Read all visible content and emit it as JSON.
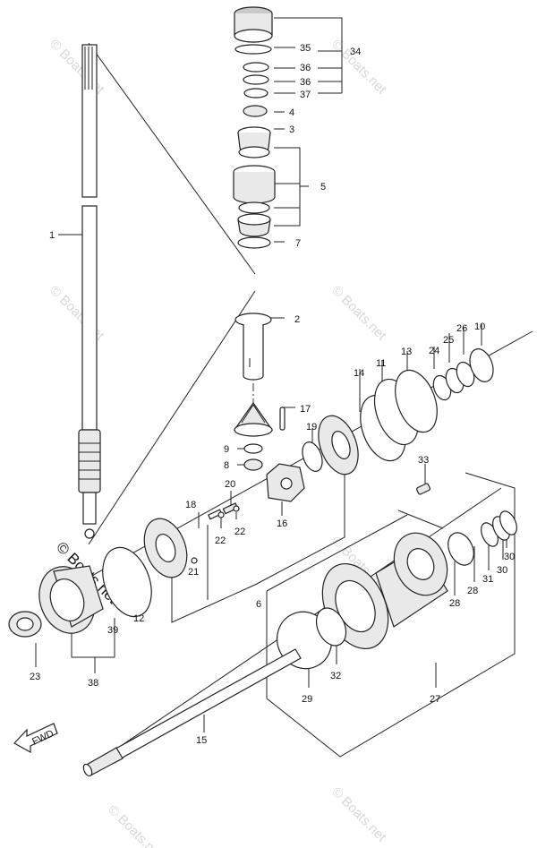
{
  "watermark": "© Boats.net",
  "logo": "© Boats.net",
  "fwd_label": "FWD",
  "labels": {
    "p1": "1",
    "p2": "2",
    "p3": "3",
    "p4": "4",
    "p5": "5",
    "p6": "6",
    "p7": "7",
    "p8": "8",
    "p9": "9",
    "p10": "10",
    "p11": "11",
    "p12": "12",
    "p13": "13",
    "p14": "14",
    "p15": "15",
    "p16": "16",
    "p17": "17",
    "p18": "18",
    "p19": "19",
    "p20": "20",
    "p21": "21",
    "p22a": "22",
    "p22b": "22",
    "p23": "23",
    "p24": "24",
    "p25": "25",
    "p26": "26",
    "p27": "27",
    "p28a": "28",
    "p28b": "28",
    "p29": "29",
    "p30a": "30",
    "p30b": "30",
    "p31": "31",
    "p32": "32",
    "p33": "33",
    "p34": "34",
    "p35": "35",
    "p36a": "36",
    "p36b": "36",
    "p37": "37",
    "p38": "38",
    "p39": "39"
  }
}
